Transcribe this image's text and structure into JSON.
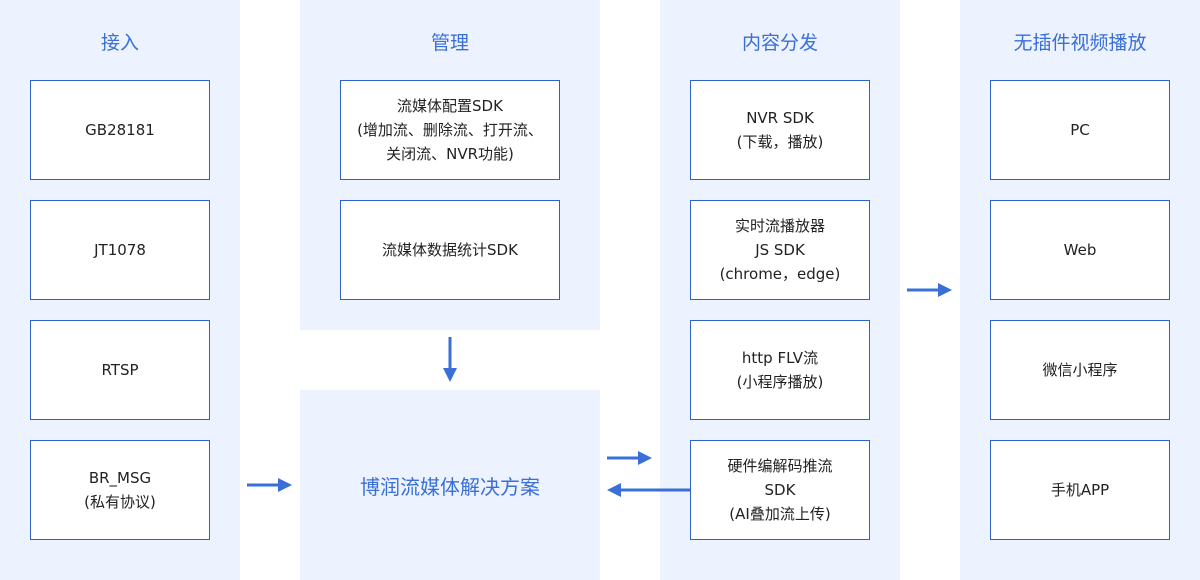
{
  "colors": {
    "panel": "#ecf2fe",
    "accent": "#3a6fd8",
    "border": "#2f62c9",
    "arrow": "#3a6fd8"
  },
  "columns": {
    "ingest": {
      "title": "接入",
      "items": [
        {
          "lines": [
            "GB28181"
          ]
        },
        {
          "lines": [
            "JT1078"
          ]
        },
        {
          "lines": [
            "RTSP"
          ]
        },
        {
          "lines": [
            "BR_MSG",
            "(私有协议)"
          ]
        }
      ]
    },
    "manage": {
      "title": "管理",
      "items": [
        {
          "lines": [
            "流媒体配置SDK",
            "(增加流、删除流、打开流、",
            "关闭流、NVR功能)"
          ]
        },
        {
          "lines": [
            "流媒体数据统计SDK"
          ]
        }
      ]
    },
    "solution": {
      "label": "博润流媒体解决方案"
    },
    "distribution": {
      "title": "内容分发",
      "items": [
        {
          "lines": [
            "NVR SDK",
            "(下载，播放)"
          ]
        },
        {
          "lines": [
            "实时流播放器",
            "JS SDK",
            "(chrome，edge)"
          ]
        },
        {
          "lines": [
            "http FLV流",
            "(小程序播放)"
          ]
        },
        {
          "lines": [
            "硬件编解码推流",
            "SDK",
            "(AI叠加流上传)"
          ]
        }
      ]
    },
    "playback": {
      "title": "无插件视频播放",
      "items": [
        {
          "lines": [
            "PC"
          ]
        },
        {
          "lines": [
            "Web"
          ]
        },
        {
          "lines": [
            "微信小程序"
          ]
        },
        {
          "lines": [
            "手机APP"
          ]
        }
      ]
    }
  }
}
